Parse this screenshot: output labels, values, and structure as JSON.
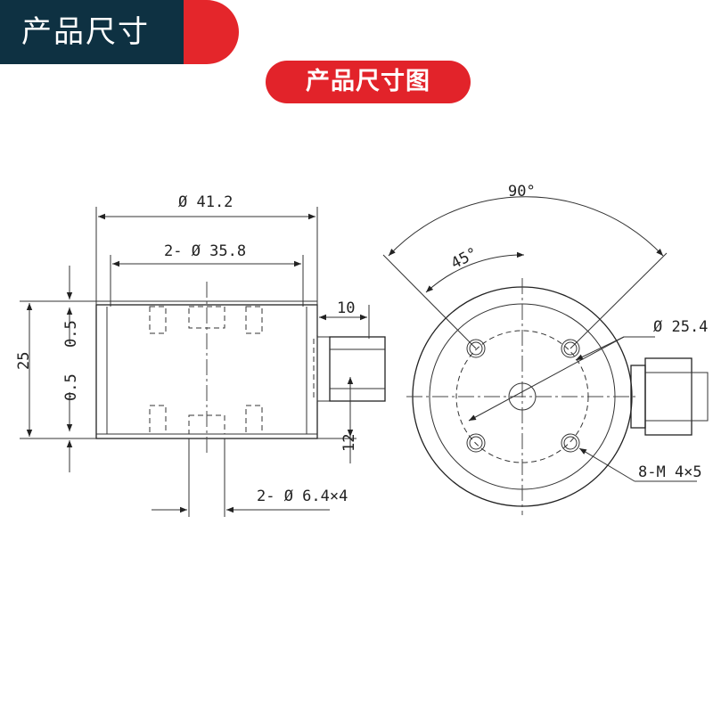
{
  "header": {
    "title": "产品尺寸",
    "accent_color": "#e4262b",
    "bar_color": "#0e3142"
  },
  "subtitle": {
    "label": "产品尺寸图",
    "color": "#e2232a"
  },
  "side_view": {
    "dim_outer_diameter": "Ø 41.2",
    "dim_hole_circle": "2- Ø 35.8",
    "dim_height": "25",
    "dim_top_step": "0.5",
    "dim_bottom_step": "0.5",
    "dim_connector_length": "10",
    "dim_connector_offset": "12",
    "dim_bottom_holes": "2- Ø 6.4⨯4"
  },
  "top_view": {
    "angle_outer": "90°",
    "angle_inner": "45°",
    "dim_bolt_circle": "Ø 25.4",
    "dim_thread": "8-M 4⨯5"
  }
}
